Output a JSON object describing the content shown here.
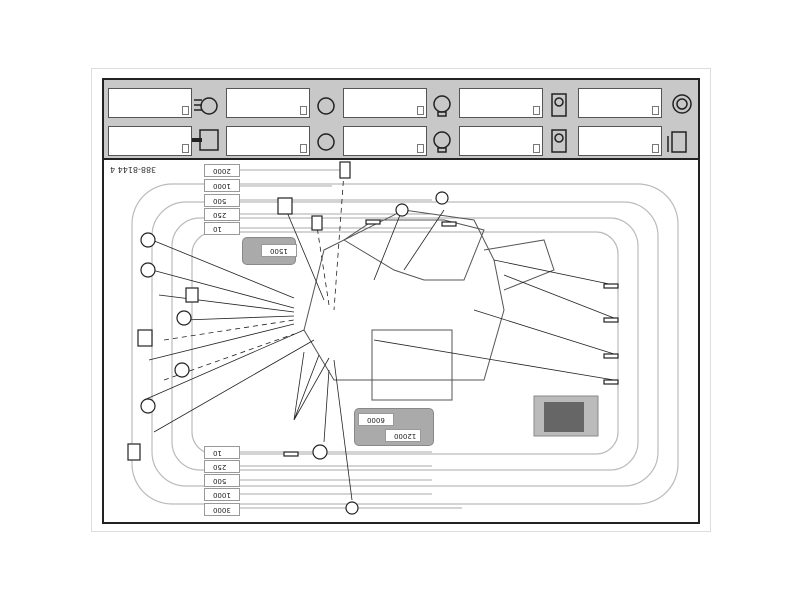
{
  "part_number": "388-8144 4",
  "top_intervals": [
    "2000",
    "1000",
    "500",
    "250",
    "10"
  ],
  "bottom_intervals": [
    "10",
    "250",
    "500",
    "1000",
    "3000"
  ],
  "callouts": {
    "hydraulic_1500": "1500",
    "bulb_6000": "6000",
    "bulb_12000": "12000"
  },
  "header_icons": [
    "air-filter-icon",
    "cab-filter-2-icon",
    "bulb-icon",
    "filter-bulb-icon",
    "bulb-sun-icon",
    "intake-filter-icon",
    "cab-filter-1-icon",
    "bulb-icon",
    "filter-bulb-icon",
    "coolant-h2o-icon"
  ]
}
